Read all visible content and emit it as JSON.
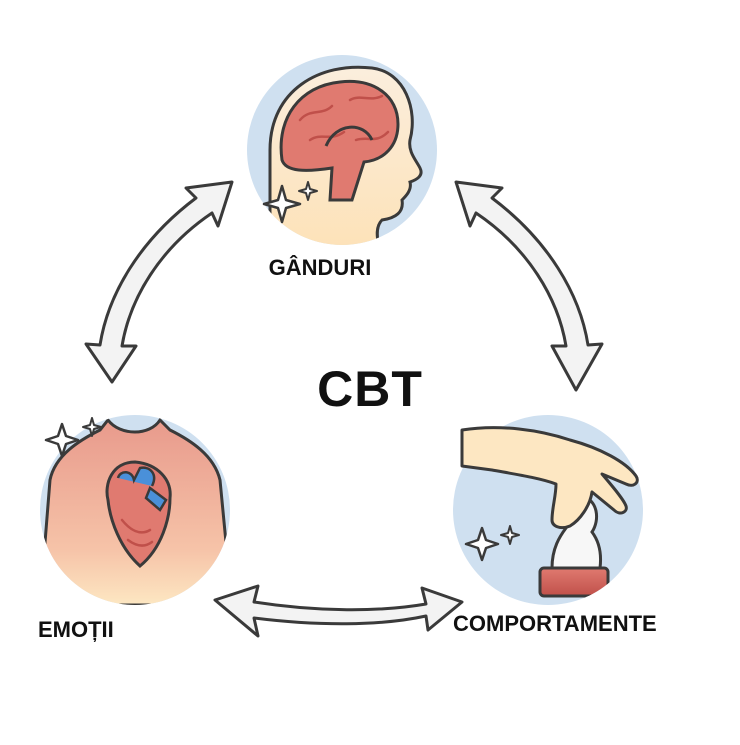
{
  "diagram": {
    "center_title": "CBT",
    "nodes": [
      {
        "id": "thoughts",
        "label": "GÂNDURI",
        "icon": "brain-head-icon"
      },
      {
        "id": "emotions",
        "label": "EMOȚII",
        "icon": "heart-chest-icon"
      },
      {
        "id": "behaviors",
        "label": "COMPORTAMENTE",
        "icon": "hand-chess-knight-icon"
      }
    ],
    "links": [
      {
        "from": "thoughts",
        "to": "emotions",
        "direction": "bidirectional"
      },
      {
        "from": "thoughts",
        "to": "behaviors",
        "direction": "bidirectional"
      },
      {
        "from": "emotions",
        "to": "behaviors",
        "direction": "bidirectional"
      }
    ]
  },
  "colors": {
    "circle_bg": "#cfe0f0",
    "skin": "#fde7c2",
    "organ": "#e07a70",
    "organ_dark": "#c0504a",
    "vessel_blue": "#4a90d9",
    "arrow_fill": "#f3f3f3",
    "outline": "#3a3a3a"
  }
}
